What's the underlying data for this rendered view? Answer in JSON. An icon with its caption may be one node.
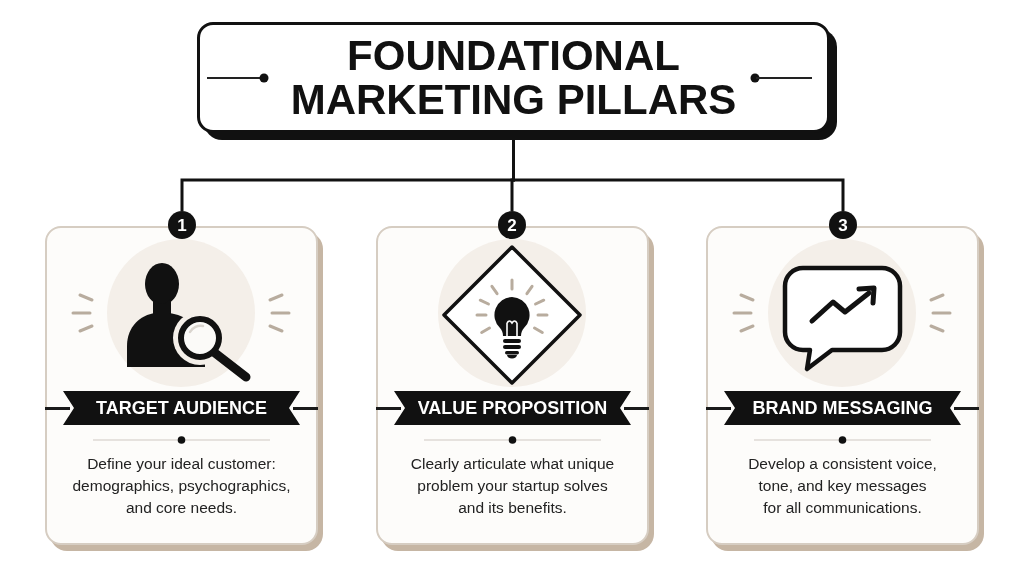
{
  "diagram": {
    "nodes": [
      {
        "text": [
          "FOUNDATIONAL MARKETING PILLARS"
        ]
      },
      {
        "text": [
          "1"
        ]
      },
      {
        "text": [
          "TARGET AUDIENCE",
          "Define your ideal customer: demographics, psychographics, and core needs."
        ]
      },
      {
        "text": [
          "2"
        ]
      },
      {
        "text": [
          "VALUE PROPOSITION",
          "Clearly articulate what unique problem your startup solves and its benefits."
        ]
      },
      {
        "text": [
          "3"
        ]
      },
      {
        "text": [
          "BRAND MESSAGING",
          "Develop a consistent voice, tone, and key messages for all communications."
        ]
      }
    ],
    "edges": [
      {
        "from": 0,
        "to": 1,
        "arrow": "none"
      },
      {
        "from": 0,
        "to": 3,
        "arrow": "none"
      },
      {
        "from": 0,
        "to": 5,
        "arrow": "none"
      }
    ]
  }
}
